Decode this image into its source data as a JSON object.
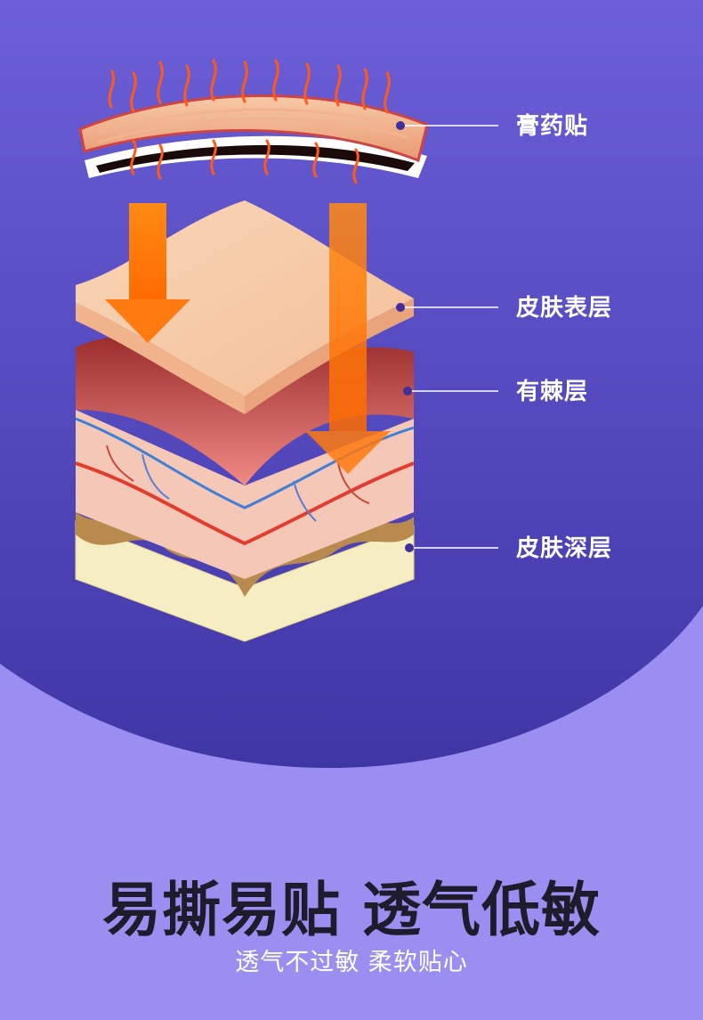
{
  "labels": {
    "plaster": "膏药贴",
    "epidermis": "皮肤表层",
    "spinous": "有棘层",
    "deep": "皮肤深层"
  },
  "headline": "易撕易贴 透气低敏",
  "subline": "透气不过敏 柔软贴心",
  "colors": {
    "bg_top": "#6a5ad6",
    "bg_bottom": "#3f35a8",
    "lower_band": "#9a8ef0",
    "arrow": "#ff7a10",
    "dot": "#3f2f9a"
  }
}
